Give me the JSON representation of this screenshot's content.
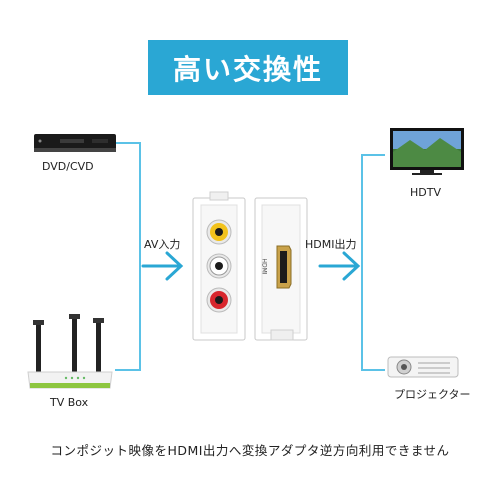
{
  "title": "高い交換性",
  "devices": {
    "dvd": "DVD/CVD",
    "tvbox": "TV Box",
    "hdtv": "HDTV",
    "projector": "プロジェクター"
  },
  "labels": {
    "av_input": "AV入力",
    "hdmi_output": "HDMI出力",
    "side_text": "HDMI"
  },
  "caption": "コンポジット映像をHDMI出力へ変換アダプタ逆方向利用できません",
  "colors": {
    "accent": "#2aa7d4",
    "line": "#5bc2e7",
    "rca_yellow": "#f2c21b",
    "rca_white": "#ffffff",
    "rca_red": "#d8262d"
  }
}
